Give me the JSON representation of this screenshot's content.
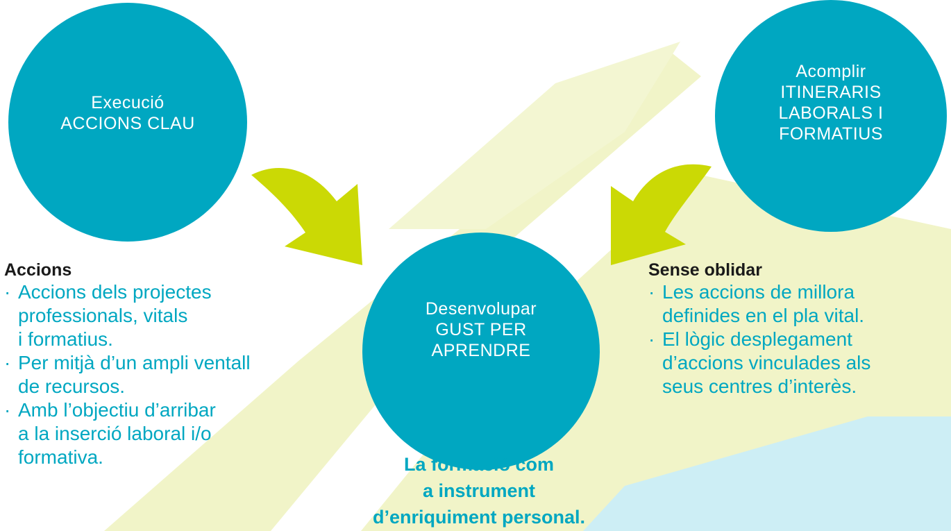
{
  "colors": {
    "teal": "#00a7c1",
    "lime_arrow": "#cbd905",
    "pale_yellow": "#f1f4c8",
    "pale_blue": "#cdeef5",
    "heading_dark": "#1a1a1a"
  },
  "circles": {
    "left": {
      "line1": "Execució",
      "line2": "ACCIONS CLAU"
    },
    "right": {
      "line1": "Acomplir",
      "line2": "ITINERARIS",
      "line3": "LABORALS I",
      "line4": "FORMATIUS"
    },
    "center": {
      "line1": "Desenvolupar",
      "line2": "GUST PER",
      "line3": "APRENDRE"
    }
  },
  "left_block": {
    "heading": "Accions",
    "bullet": "·",
    "items": [
      {
        "lines": [
          "Accions dels projectes",
          "professionals, vitals",
          "i formatius."
        ]
      },
      {
        "lines": [
          "Per mitjà d’un ampli ventall",
          "de recursos."
        ]
      },
      {
        "lines": [
          "Amb l’objectiu d’arribar",
          "a la inserció laboral i/o",
          "formativa."
        ]
      }
    ]
  },
  "right_block": {
    "heading": "Sense oblidar",
    "bullet": "·",
    "items": [
      {
        "lines": [
          "Les accions de millora",
          "definides en el pla vital."
        ]
      },
      {
        "lines": [
          "El lògic desplegament",
          "d’accions vinculades als",
          "seus centres d’interès."
        ]
      }
    ]
  },
  "tagline": {
    "line1": "La formació com",
    "line2": "a instrument",
    "line3": "d’enriquiment personal."
  },
  "arrows": [
    {
      "from": "circle-left",
      "to": "circle-center",
      "icon": "curved-arrow-icon"
    },
    {
      "from": "circle-right",
      "to": "circle-center",
      "icon": "curved-arrow-icon"
    }
  ]
}
